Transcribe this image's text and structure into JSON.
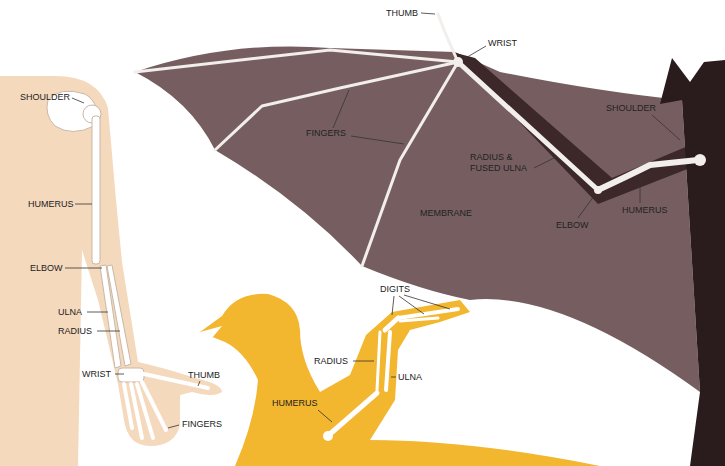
{
  "diagram": {
    "labels": [
      "SHOULDER",
      "HUMERUS",
      "ELBOW",
      "ULNA",
      "RADIUS",
      "WRIST",
      "THUMB",
      "FINGERS",
      "THUMB",
      "WRIST",
      "FINGERS",
      "SHOULDER",
      "RADIUS & FUSED ULNA",
      "MEMBRANE",
      "ELBOW",
      "HUMERUS",
      "DIGITS",
      "RADIUS",
      "ULNA",
      "HUMERUS"
    ]
  }
}
